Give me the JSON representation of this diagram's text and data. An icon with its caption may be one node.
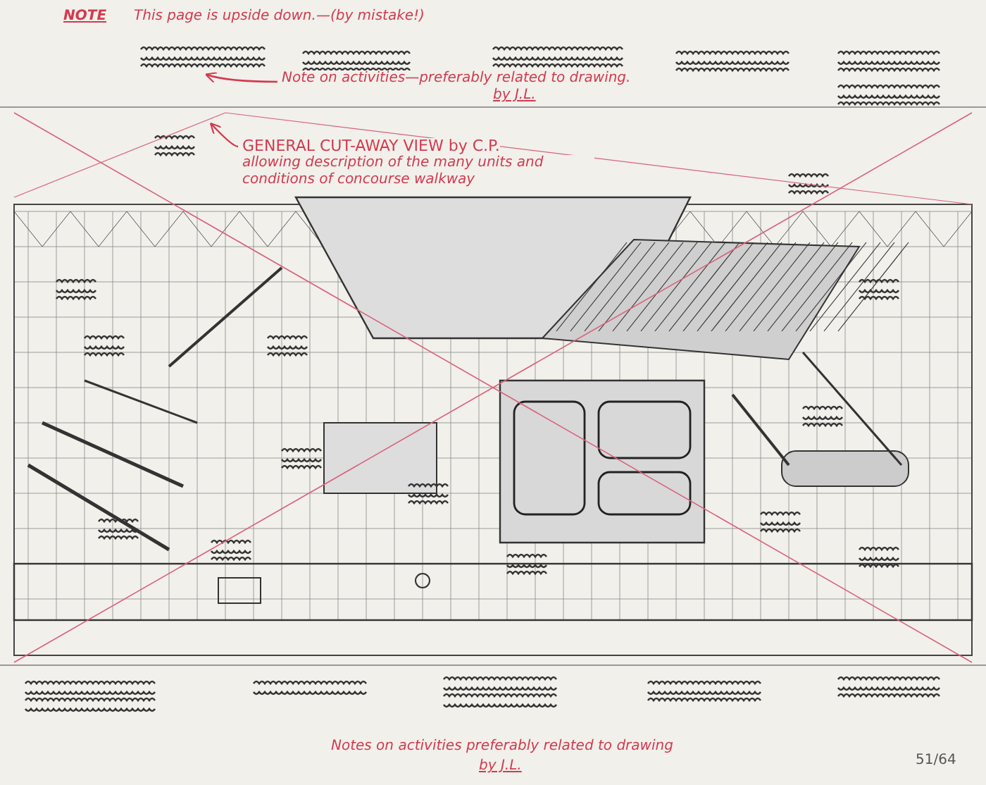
{
  "diagram": {
    "nodes": [
      {
        "text": [],
        "shape": "scribble"
      },
      {
        "text": [
          "Note on activities—preferably related to drawing.",
          "by J.L."
        ]
      },
      {
        "text": [
          "GENERAL CUT-AWAY VIEW by C.P.",
          "allowing description of the many units and conditions of concourse walkway"
        ]
      }
    ],
    "edges": [
      {
        "from": 1,
        "to": 0,
        "arrow": "to"
      },
      {
        "from": 2,
        "to": null,
        "arrow": "to"
      }
    ],
    "labels": [
      "NOTE",
      "This page is upside down.—(by mistake!)",
      "Notes on activities preferably related to drawing",
      "by J.L.",
      "51/64"
    ]
  }
}
